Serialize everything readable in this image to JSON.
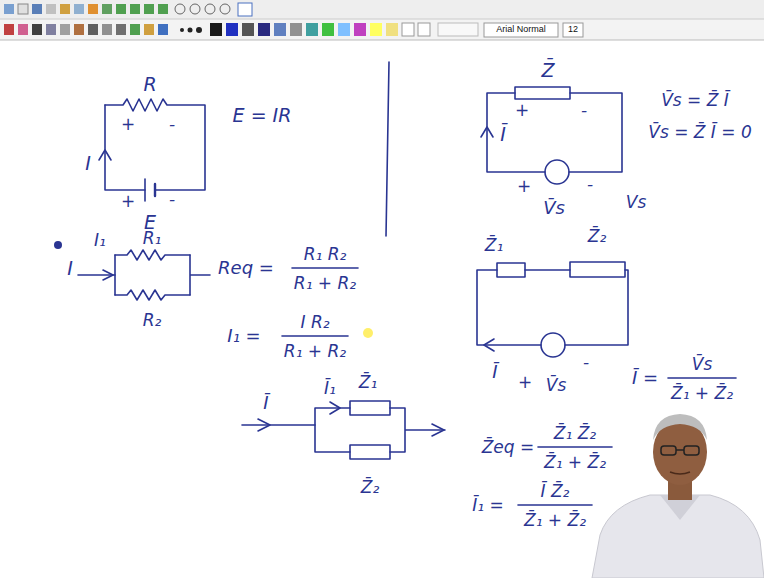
{
  "diagram": {
    "labels": [
      "Arial Normal",
      "12",
      "R",
      "+",
      "-",
      "I",
      "+",
      "-",
      "E",
      "E = IR",
      "Z̄",
      "+",
      "-",
      "Ī",
      "V̄s = Z̄ Ī",
      "V̄s = Z̄ Ī = 0",
      "+",
      "-",
      "V̄s",
      "Vs",
      "I",
      "I₁",
      "R₁",
      "R₂",
      "Req =",
      "R₁ R₂",
      "R₁ + R₂",
      "I₁ =",
      "I R₂",
      "R₁ + R₂",
      "Z̄₁",
      "Z̄₂",
      "Ī",
      "+",
      "V̄s",
      "-",
      "Ī =",
      "V̄s",
      "Z̄₁ + Z̄₂",
      "Ī",
      "Ī₁",
      "Z̄₁",
      "Z̄₂",
      "Z̄eq =",
      "Z̄₁ Z̄₂",
      "Z̄₁ + Z̄₂",
      "Ī₁ =",
      "Ī Z̄₂",
      "Z̄₁ + Z̄₂"
    ]
  }
}
